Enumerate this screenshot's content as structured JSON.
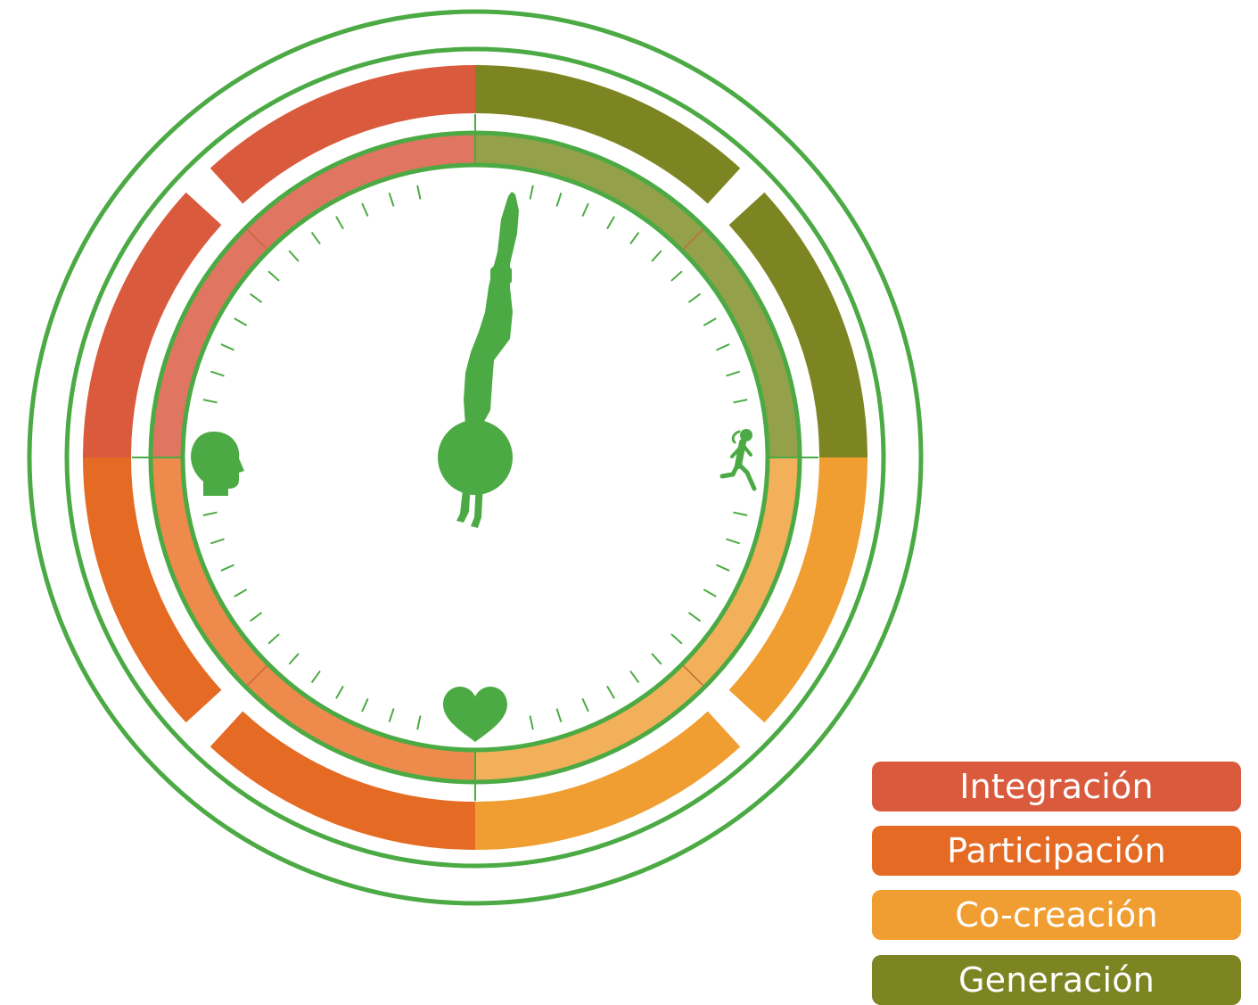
{
  "diagram": {
    "colors": {
      "ring_line": "#4caa44",
      "tick": "#4caa44",
      "figure": "#4caa44",
      "quadrant_outer": [
        "#7d8522",
        "#f09e32",
        "#e56a23",
        "#d95a3c"
      ],
      "quadrant_inner": [
        "#94a04a",
        "#f1b059",
        "#ed8a4c",
        "#e07561"
      ]
    },
    "icons": {
      "north": "diver-figure-icon",
      "east": "runner-icon",
      "south": "heart-icon",
      "west": "head-icon",
      "center": "clock-hub"
    },
    "tick_count": 60
  },
  "legend": [
    {
      "label": "Integración",
      "color": "#d95a3c"
    },
    {
      "label": "Participación",
      "color": "#e56a23"
    },
    {
      "label": "Co-creación",
      "color": "#f09e32"
    },
    {
      "label": "Generación",
      "color": "#7d8522"
    }
  ]
}
